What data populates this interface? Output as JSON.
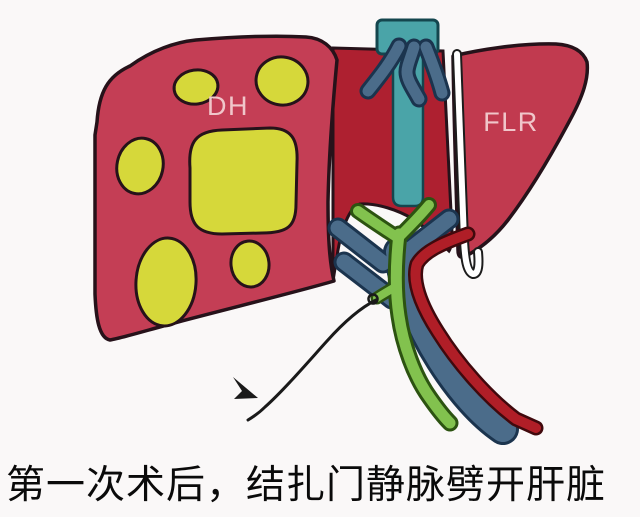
{
  "figure": {
    "dh_label": "DH",
    "flr_label": "FLR",
    "colors": {
      "liver_crimson": "#c43e55",
      "cut_surface_red": "#ae2030",
      "flr_crimson": "#c13a4f",
      "tumor_yellow": "#d6d83a",
      "ivc_teal": "#4aa4a8",
      "vein_slate": "#4b6c8a",
      "bile_duct_green": "#82c24e",
      "artery_red": "#b01e27",
      "drain_white": "#ffffff",
      "label_pink": "#f0c6ca",
      "outline_dark": "#26121a",
      "catheter_black": "#1a1a1a"
    }
  },
  "caption": {
    "text": "第一次术后，结扎门静脉劈开肝脏"
  }
}
